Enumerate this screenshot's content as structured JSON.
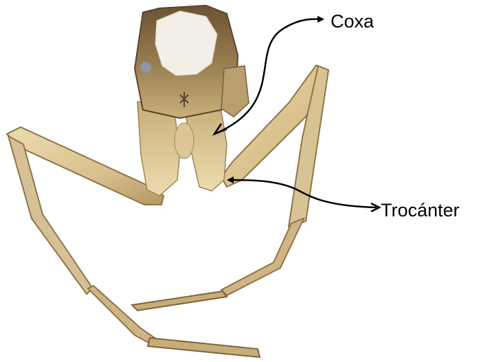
{
  "labels": {
    "coxa": "Coxa",
    "trocanter": "Trocánter"
  },
  "colors": {
    "background": "#ffffff",
    "leg_light": "#e6d4a6",
    "leg_mid": "#cdb27c",
    "leg_dark": "#8e7446",
    "thorax_dark": "#6e5534",
    "thorax_mid": "#a4885a",
    "highlight": "#f4f1ea",
    "arrow": "#000000"
  },
  "icons": {
    "specimen": "insect-leg-specimen-photo",
    "arrow_coxa": "curved-arrow",
    "arrow_trocanter": "curved-arrow"
  }
}
